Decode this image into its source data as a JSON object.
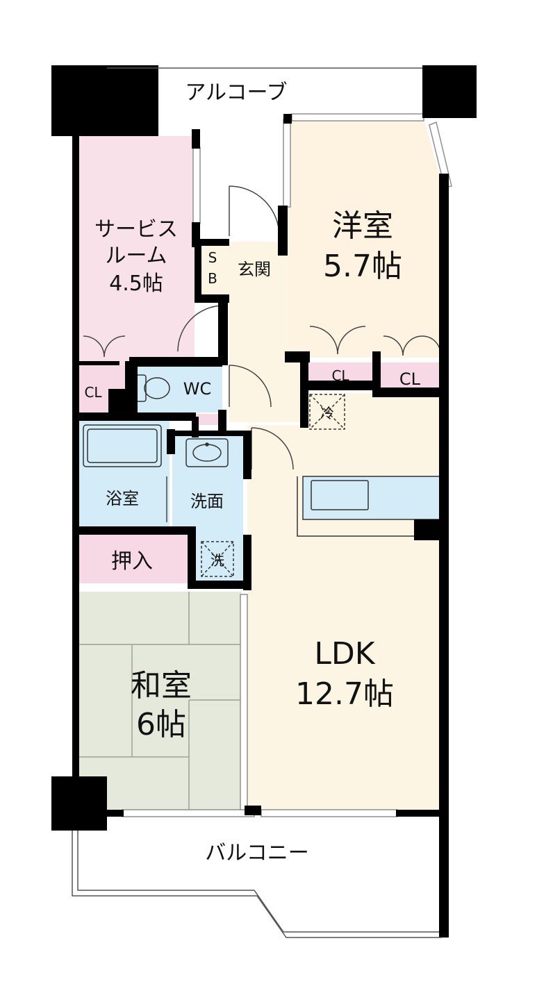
{
  "labels": {
    "alcove": "アルコーブ",
    "balcony": "バルコニー",
    "service_room_line1": "サービス",
    "service_room_line2": "ルーム",
    "service_room_size": "4.5帖",
    "western_room_name": "洋室",
    "western_room_size": "5.7帖",
    "entrance": "玄関",
    "shoebox_s": "S",
    "shoebox_b": "B",
    "wc": "WC",
    "closet_service": "CL",
    "closet_western_left": "CL",
    "closet_western_right": "CL",
    "refrigerator": "冷",
    "bathroom": "浴室",
    "washroom": "洗面",
    "washer": "洗",
    "oshiire": "押入",
    "japanese_room_name": "和室",
    "japanese_room_size": "6帖",
    "ldk_name": "LDK",
    "ldk_size": "12.7帖"
  },
  "colors": {
    "wall": "#000000",
    "service_room": "#f9e1ea",
    "closet": "#f6d9e4",
    "western_room": "#fdf3e0",
    "ldk": "#fdf5e3",
    "entrance_hall": "#fdf5e3",
    "wet_area": "#d3ecf8",
    "japanese_room": "#e5e9dc",
    "tatami_line": "#9aa291",
    "window": "#8f8f8f"
  }
}
